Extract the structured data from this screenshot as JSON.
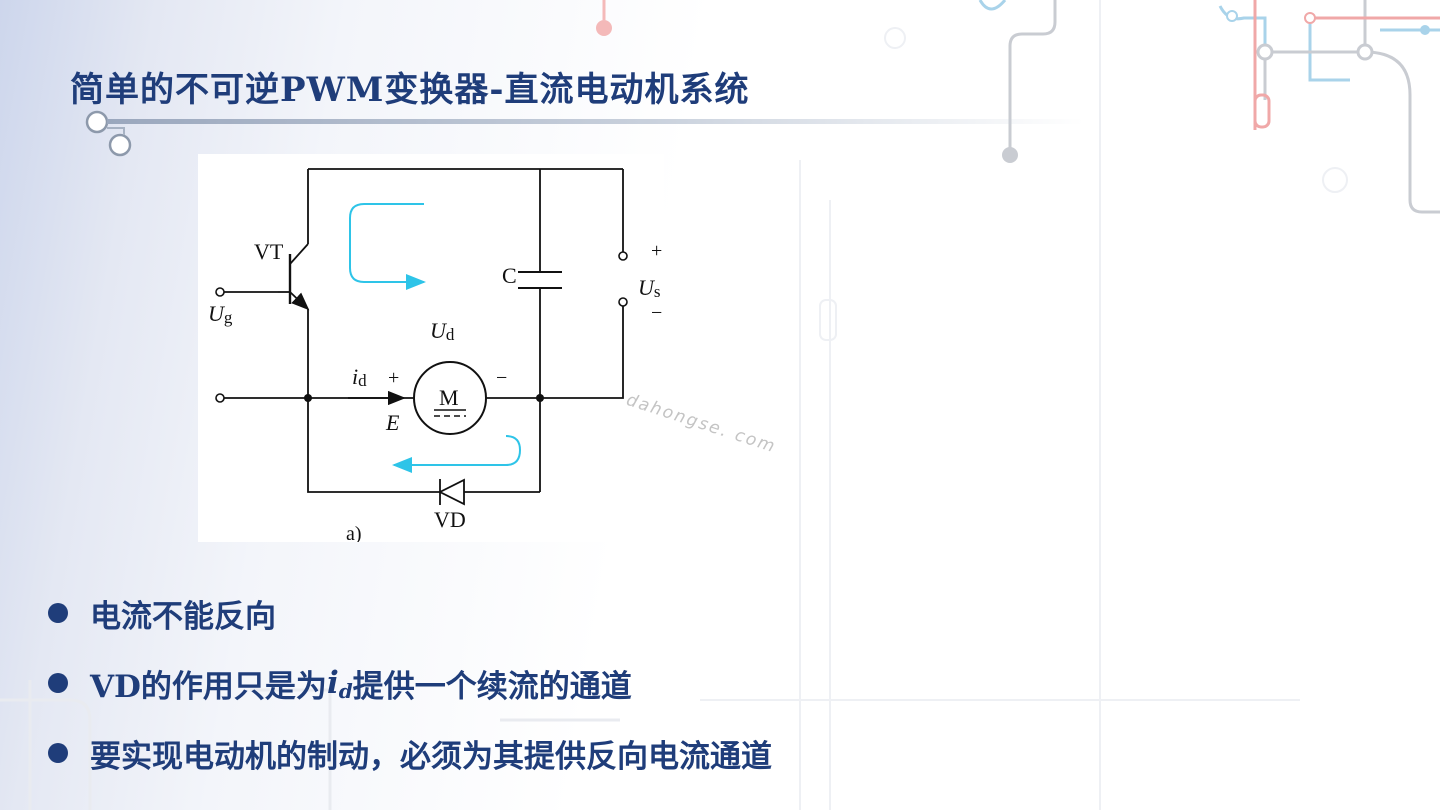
{
  "slide": {
    "title": "简单的不可逆PWM变换器-直流电动机系统"
  },
  "figure": {
    "labels": {
      "vt": "VT",
      "ug_main": "U",
      "ug_sub": "g",
      "c": "C",
      "plus_top": "+",
      "us_main": "U",
      "us_sub": "s",
      "minus_right": "−",
      "ud_main": "U",
      "ud_sub": "d",
      "id_main": "i",
      "id_sub": "d",
      "plus_motor": "+",
      "minus_motor": "−",
      "motor": "M",
      "emf": "E",
      "vd": "VD",
      "caption": "a)"
    },
    "watermark": "dahongse. com",
    "colors": {
      "current_arrow": "#2ec4e8",
      "wire": "#111111"
    }
  },
  "bullets": {
    "b1": "电流不能反向",
    "b2_pre": "VD的作用只是为",
    "b2_var": "i",
    "b2_sub": "d",
    "b2_post": "提供一个续流的通道",
    "b3": "要实现电动机的制动，必须为其提供反向电流通道"
  },
  "theme": {
    "title_color": "#1f3d7a",
    "bullet_color": "#1f3d7a"
  }
}
